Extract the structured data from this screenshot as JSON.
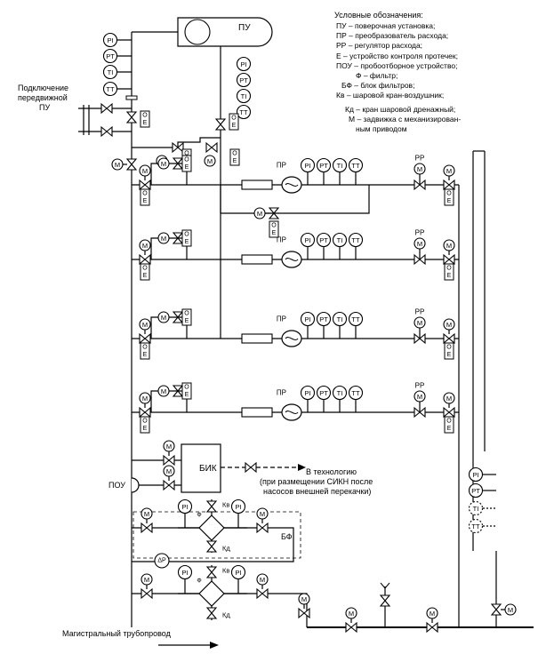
{
  "legend": {
    "title": "Условные обозначения:",
    "items": [
      "ПУ – поверочная установка;",
      "ПР – преобразователь расхода;",
      "РР – регулятор расхода;",
      "Е – устройство контроля протечек;",
      "ПОУ – пробоотборное устройство;",
      "Ф – фильтр;",
      "БФ – блок фильтров;",
      "Кв – шаровой кран-воздушник;",
      "Кд – кран шаровой дренажный;",
      "М – задвижка с механизирован-",
      "ным приводом"
    ]
  },
  "labels": {
    "pu": "ПУ",
    "mobile_connection": [
      "Подключение",
      "передвижной",
      "ПУ"
    ],
    "pr": "ПР",
    "rr": "РР",
    "pou": "ПОУ",
    "bik": "БИК",
    "to_tech": "В технологию",
    "to_tech_note": [
      "(при размещении СИКН после",
      "насосов внешней перекачки)"
    ],
    "bf": "БФ",
    "kv": "Кв",
    "kd": "Кд",
    "f": "Ф",
    "m": "М",
    "oe_top": "O",
    "oe_bottom": "E",
    "main_pipeline": "Магистральный трубопровод",
    "dp": "ΔP"
  },
  "instruments": {
    "pi": "PI",
    "pt": "PT",
    "ti": "TI",
    "tt": "TT"
  }
}
